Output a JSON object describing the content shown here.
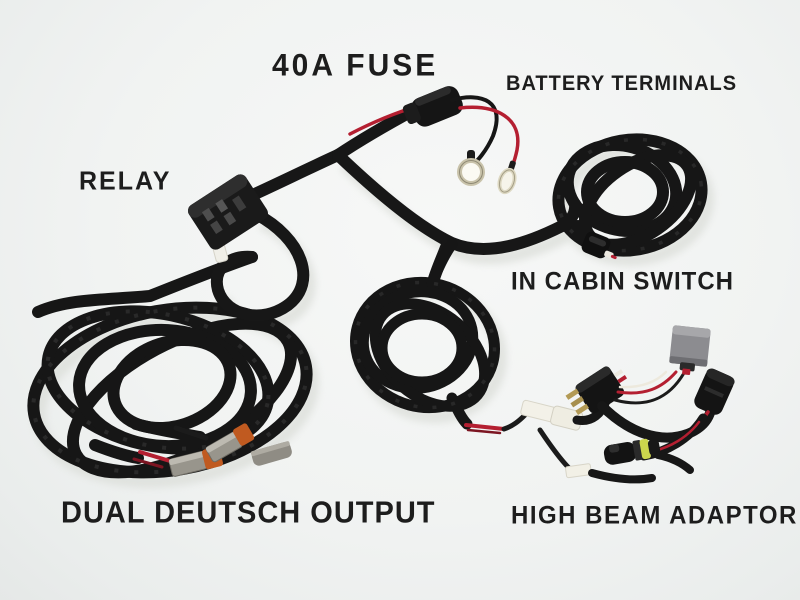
{
  "image": {
    "type": "annotated product photo",
    "subject": "vehicle driving-light wiring harness kit on white background"
  },
  "labels": {
    "fuse": "40A FUSE",
    "battery_terminals": "BATTERY TERMINALS",
    "relay": "RELAY",
    "in_cabin_switch": "IN CABIN SWITCH",
    "dual_deutsch_output": "DUAL DEUTSCH OUTPUT",
    "high_beam_adaptor": "HIGH BEAM ADAPTOR"
  },
  "components": [
    "relay plug connector",
    "inline 40A fuse holder",
    "battery ring terminals (black and red leads)",
    "coiled in-cabin switch cable with switch",
    "coiled harness cable",
    "large coiled output cable",
    "dual Deutsch DT connectors with orange wedgelocks",
    "high beam adaptor cluster: H4 socket, H4 plug, superseal bullet connector, spade connectors"
  ],
  "colors": {
    "background": "#f1f3f2",
    "label_text": "#1d1d1d",
    "cable_black": "#171717",
    "wire_red": "#b41f31",
    "deutsch_orange": "#c05a20",
    "connector_gray": "#98958c",
    "h4_socket_gray": "#8c8c90",
    "terminal_brass": "#b39a55",
    "seal_yellow": "#ccd64d",
    "connector_white": "#f3f1e8",
    "ring_silver": "#c9c3ab"
  }
}
